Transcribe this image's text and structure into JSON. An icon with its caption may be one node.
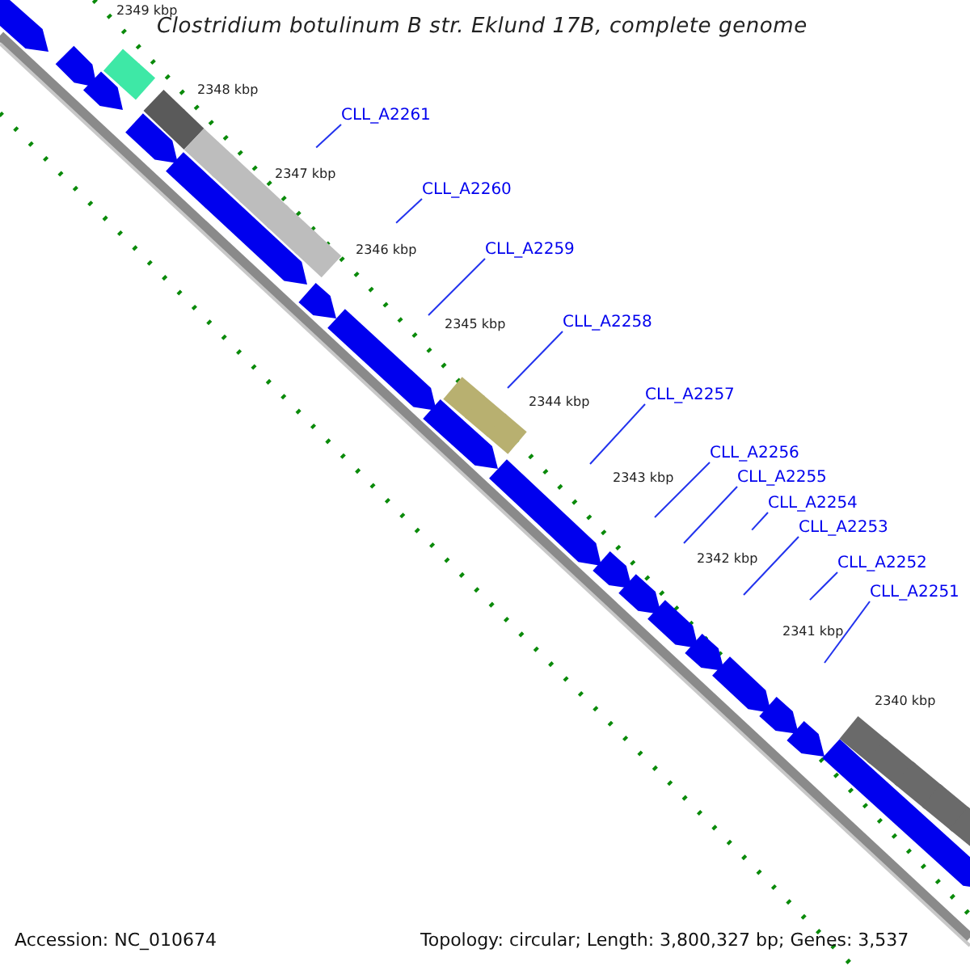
{
  "diagram": {
    "title": "Clostridium botulinum B str. Eklund 17B, complete genome",
    "nodes": [
      {
        "text": [
          "CLL_A2261"
        ]
      },
      {
        "text": [
          "CLL_A2260"
        ]
      },
      {
        "text": [
          "CLL_A2259"
        ]
      },
      {
        "text": [
          "CLL_A2258"
        ]
      },
      {
        "text": [
          "CLL_A2257"
        ]
      },
      {
        "text": [
          "CLL_A2256"
        ]
      },
      {
        "text": [
          "CLL_A2255"
        ]
      },
      {
        "text": [
          "CLL_A2254"
        ]
      },
      {
        "text": [
          "CLL_A2253"
        ]
      },
      {
        "text": [
          "CLL_A2252"
        ]
      },
      {
        "text": [
          "CLL_A2251"
        ]
      }
    ],
    "edges": [
      {
        "from": 0,
        "to": null,
        "arrow": "none"
      },
      {
        "from": 1,
        "to": null,
        "arrow": "none"
      },
      {
        "from": 2,
        "to": null,
        "arrow": "none"
      },
      {
        "from": 3,
        "to": null,
        "arrow": "none"
      },
      {
        "from": 4,
        "to": null,
        "arrow": "none"
      },
      {
        "from": 5,
        "to": null,
        "arrow": "none"
      },
      {
        "from": 6,
        "to": null,
        "arrow": "none"
      },
      {
        "from": 7,
        "to": null,
        "arrow": "none"
      },
      {
        "from": 8,
        "to": null,
        "arrow": "none"
      },
      {
        "from": 9,
        "to": null,
        "arrow": "none"
      },
      {
        "from": 10,
        "to": null,
        "arrow": "none"
      }
    ],
    "labels": [
      "2349 kbp",
      "2348 kbp",
      "2347 kbp",
      "2346 kbp",
      "2345 kbp",
      "2344 kbp",
      "2343 kbp",
      "2342 kbp",
      "2341 kbp",
      "2340 kbp",
      "Accession: NC_010674",
      "Topology: circular; Length: 3,800,327 bp; Genes: 3,537"
    ]
  }
}
